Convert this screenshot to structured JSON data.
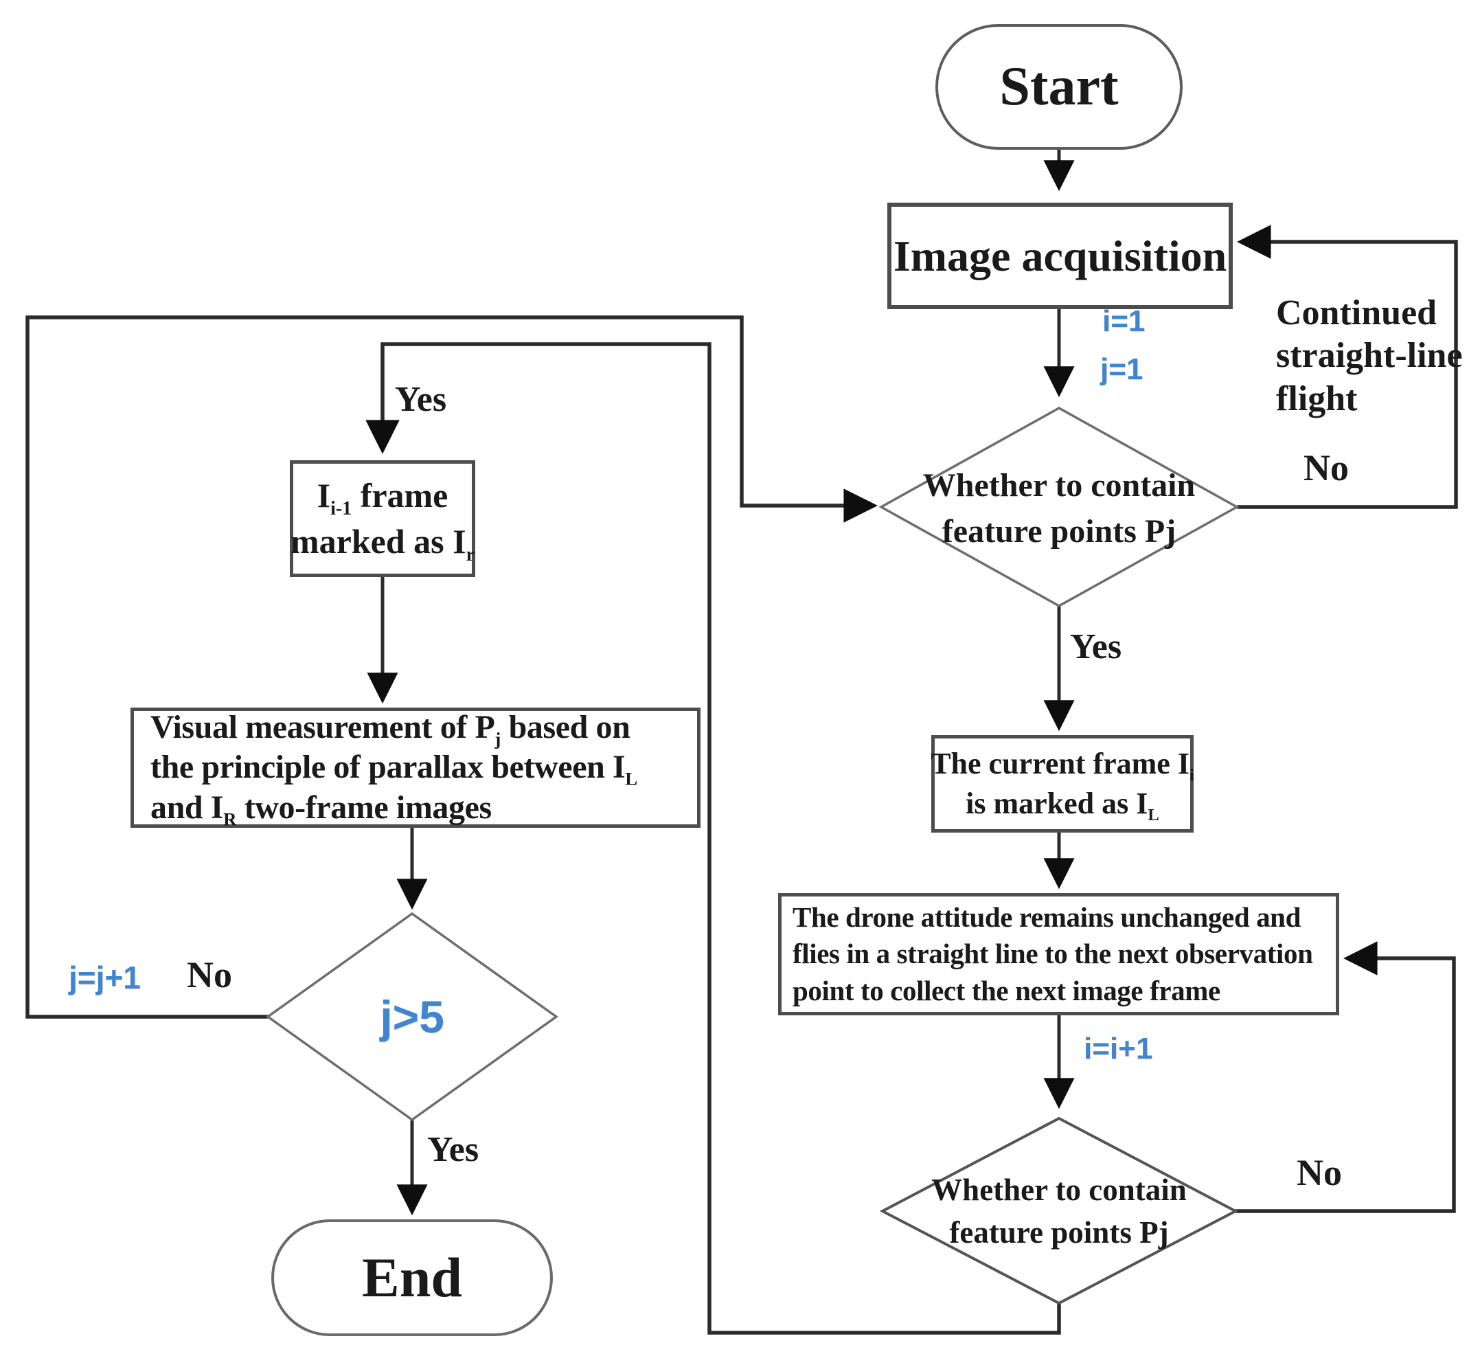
{
  "flowchart": {
    "nodes": {
      "start": {
        "label": "Start"
      },
      "image_acquisition": {
        "label": "Image acquisition"
      },
      "decision_contain_1": {
        "line1": "Whether to contain",
        "line2": "feature points Pj"
      },
      "current_frame": {
        "line1_html": "The current frame I<sub>i</sub>",
        "line2_html": "is marked as I<sub>L</sub>"
      },
      "drone_flight": {
        "line1": "The drone attitude remains unchanged and",
        "line2": "flies in a straight line to the next observation",
        "line3": "point to collect the next image frame"
      },
      "decision_contain_2": {
        "line1": "Whether to contain",
        "line2": "feature points Pj"
      },
      "frame_marked": {
        "line1_html": "I<sub>i-1</sub> frame",
        "line2_html": "marked as I<sub>r</sub>"
      },
      "visual_measurement": {
        "line1_html": "Visual measurement of P<sub>j</sub> based on",
        "line2_html": "the principle of parallax between I<sub>L</sub>",
        "line3_html": "and I<sub>R</sub> two-frame images"
      },
      "decision_j_gt_5": {
        "label": "j>5"
      },
      "end": {
        "label": "End"
      }
    },
    "labels": {
      "i_init": "i=1",
      "j_init": "j=1",
      "continued_flight": "Continued\nstraight-line\nflight",
      "no_loop_top": "No",
      "yes_after_decision1": "Yes",
      "i_increment": "i=i+1",
      "no_loop_bottom": "No",
      "yes_return_branch": "Yes",
      "j_increment": "j=j+1",
      "no_left_branch": "No",
      "yes_to_end": "Yes"
    },
    "colors": {
      "variable_blue": "#3f86d2",
      "line_dark": "#2b2b2b",
      "border_gray": "#4d4d4d"
    }
  }
}
